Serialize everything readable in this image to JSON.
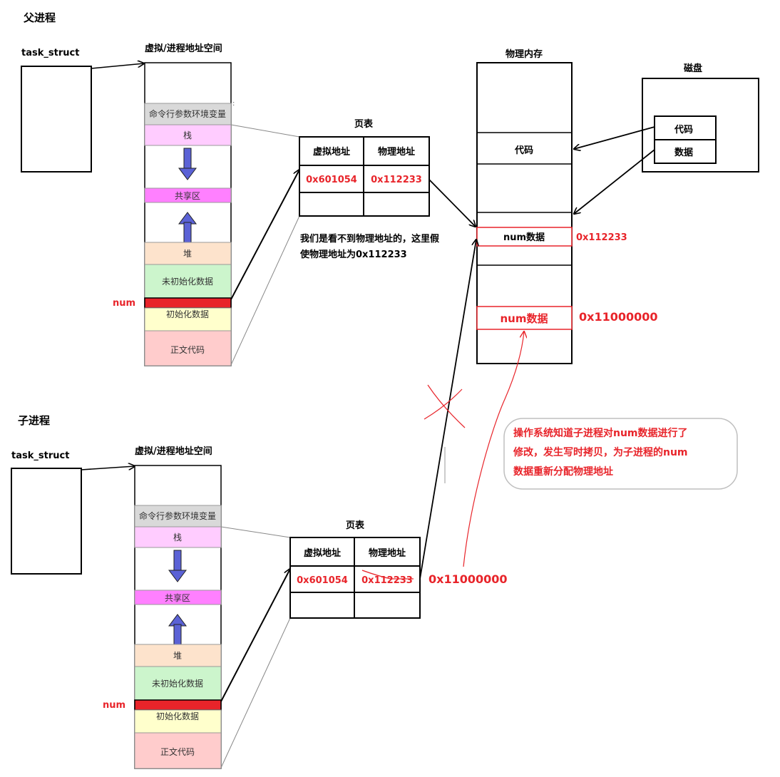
{
  "parent": {
    "title": "父进程",
    "task_struct": "task_struct",
    "vas_title": "虚拟/进程地址空间",
    "page_table_title": "页表",
    "num_label": "num"
  },
  "child": {
    "title": "子进程",
    "task_struct": "task_struct",
    "vas_title": "虚拟/进程地址空间",
    "page_table_title": "页表",
    "num_label": "num",
    "new_phys_addr": "0x11000000"
  },
  "segments": {
    "cmdline_env": "命令行参数环境变量",
    "stack": "栈",
    "shared": "共享区",
    "heap": "堆",
    "bss": "未初始化数据",
    "data": "初始化数据",
    "text": "正文代码"
  },
  "page_table": {
    "col_virtual": "虚拟地址",
    "col_physical": "物理地址",
    "virtual_addr": "0x601054",
    "physical_addr": "0x112233"
  },
  "note_parent": {
    "line1": "我们是看不到物理地址的，这里假",
    "line2": "使物理地址为0x112233"
  },
  "physical_memory": {
    "title": "物理内存",
    "code": "代码",
    "num_data": "num数据",
    "addr1": "0x112233",
    "num_data2": "num数据",
    "addr2": "0x11000000"
  },
  "disk": {
    "title": "磁盘",
    "code": "代码",
    "data": "数据"
  },
  "callout": {
    "line1": "操作系统知道子进程对num数据进行了",
    "line2": "修改，发生写时拷贝，为子进程的num",
    "line3": "数据重新分配物理地址"
  },
  "colors": {
    "red": "#e8242a",
    "arrow_blue": "#5b62d6",
    "cmdline_gray": "#d9d9d9",
    "stack_pink": "#ffccff",
    "shared_magenta": "#ff80ff",
    "heap_peach": "#fde3cc",
    "bss_green": "#ccf5cc",
    "data_yellow": "#ffffcc",
    "text_pink": "#ffcccc"
  }
}
